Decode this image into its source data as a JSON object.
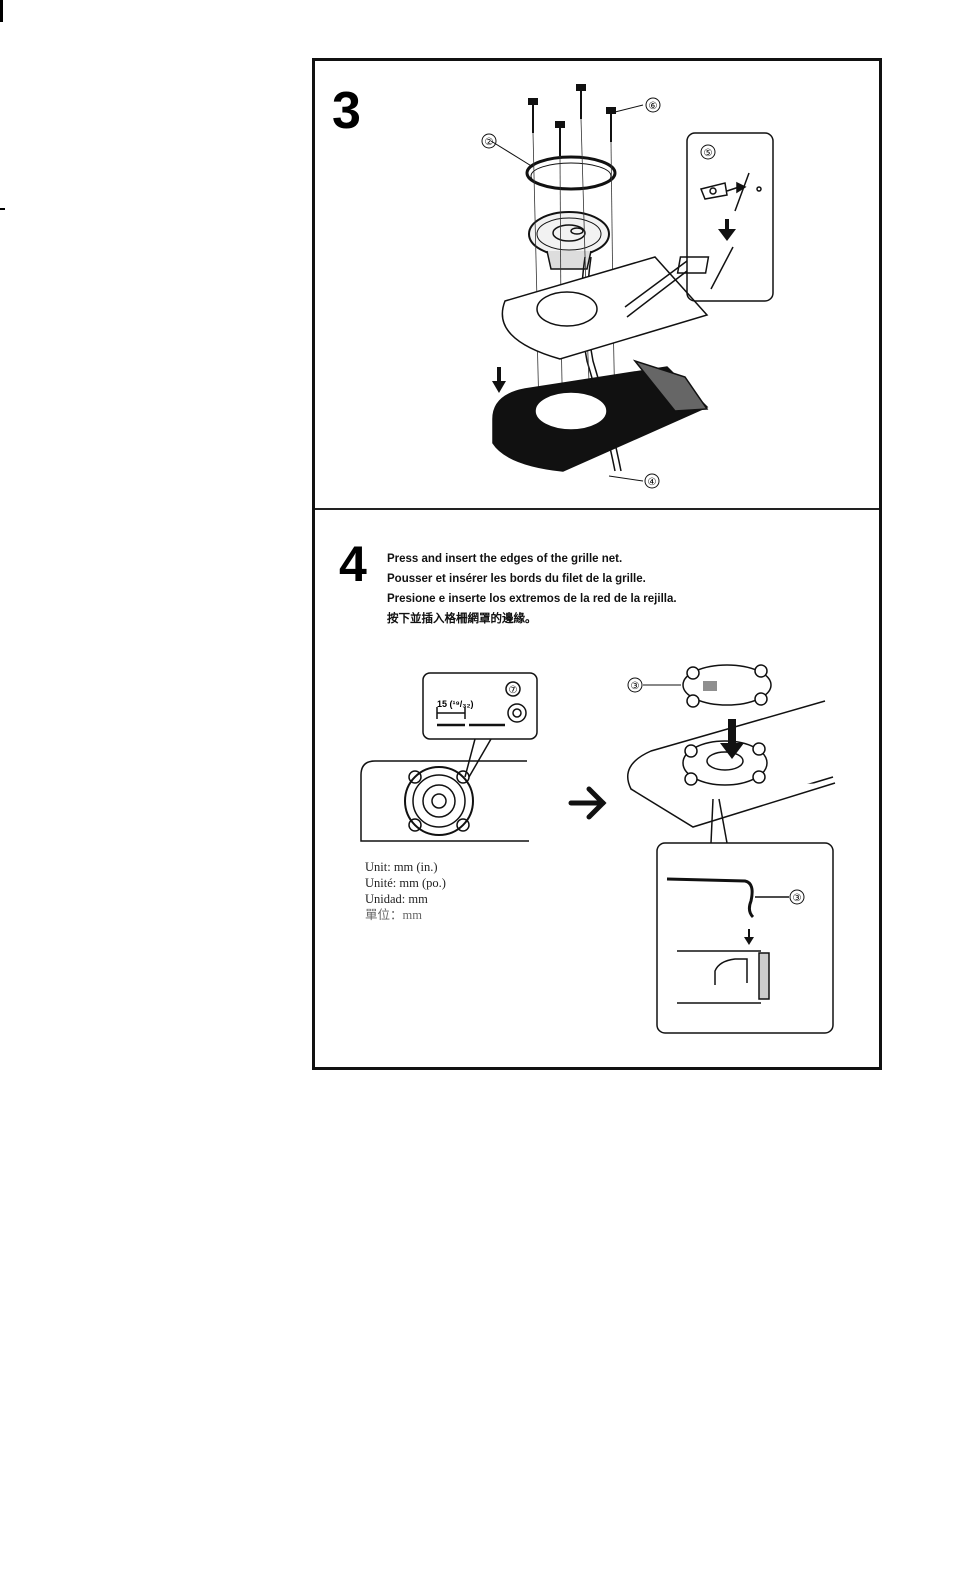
{
  "step3": {
    "number": "3",
    "callouts": [
      "②",
      "⑤",
      "⑥",
      "④"
    ]
  },
  "step4": {
    "number": "4",
    "instructions": {
      "en": "Press and insert the edges of the grille net.",
      "fr": "Pousser et insérer les bords du filet de la grille.",
      "es": "Presione e inserte los extremos de la red de la rejilla.",
      "zh": "按下並插入格柵網罩的邊緣。"
    },
    "dimension_label": "15 (¹⁹/₃₂)",
    "callouts": [
      "⑦",
      "③",
      "③"
    ],
    "units": {
      "en": "Unit: mm (in.)",
      "fr": "Unité: mm (po.)",
      "es": "Unidad: mm",
      "zh": "單位：mm"
    }
  }
}
